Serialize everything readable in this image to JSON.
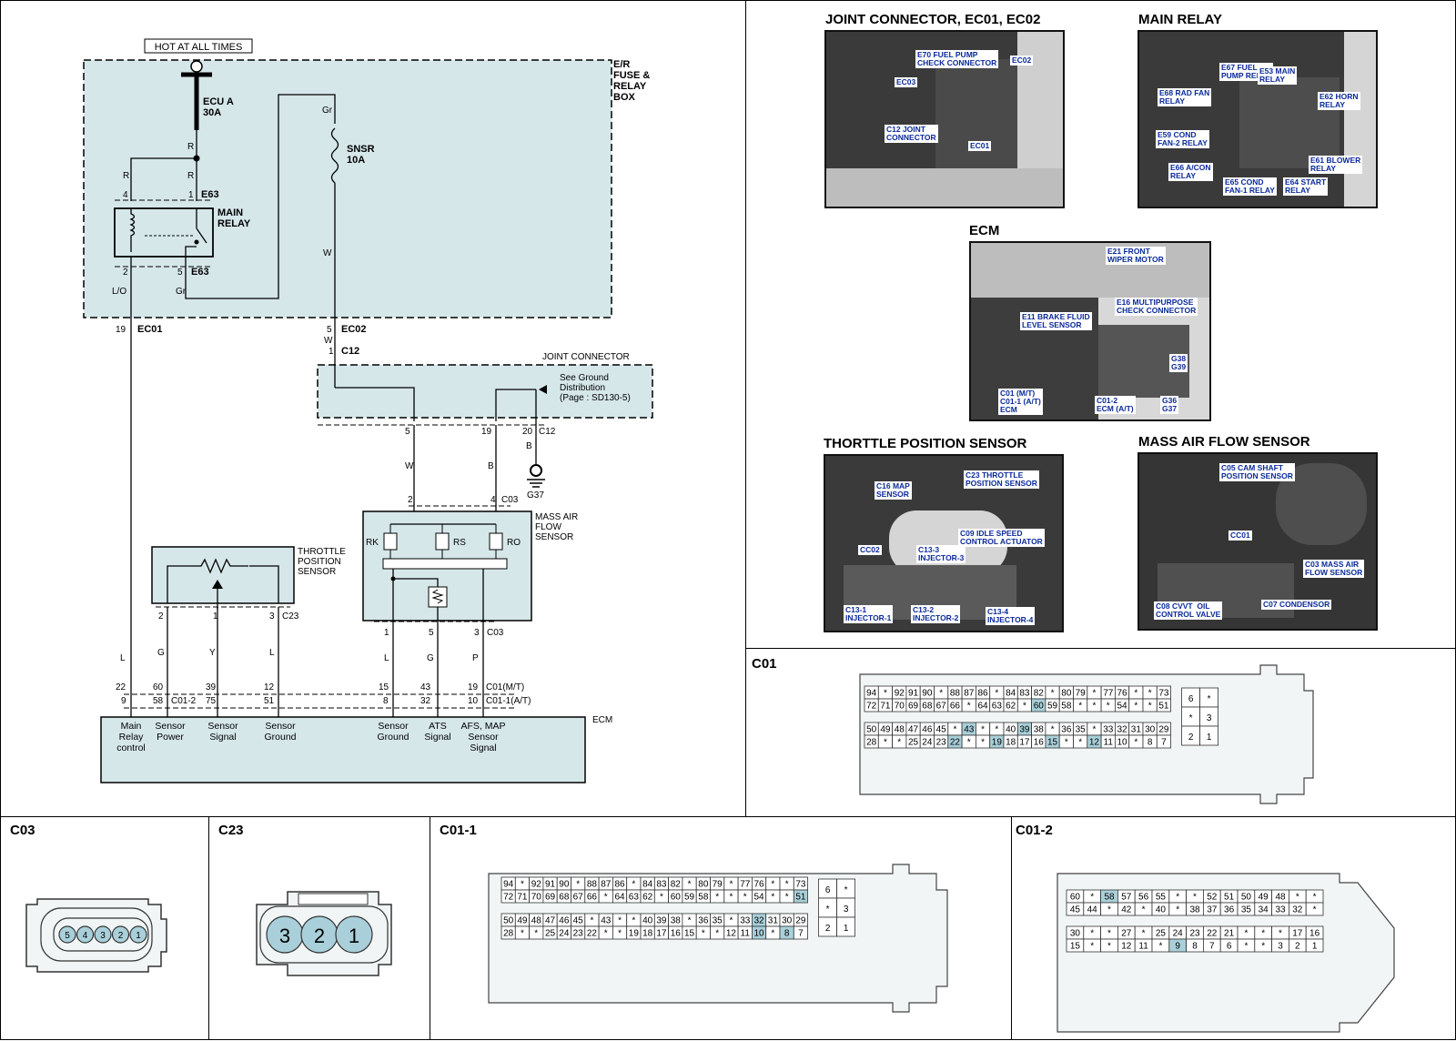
{
  "schematic": {
    "hot_label": "HOT AT ALL TIMES",
    "fuse_box_label": "E/R\nFUSE &\nRELAY\nBOX",
    "fuse_ecu": "ECU A",
    "fuse_ecu_amp": "30A",
    "fuse_snsr": "SNSR",
    "fuse_snsr_amp": "10A",
    "main_relay_label": "MAIN\nRELAY",
    "joint_connector_label": "JOINT CONNECTOR",
    "ground_note": "See Ground\nDistribution\n(Page : SD130-5)",
    "ground_name": "G37",
    "tps_label": "THROTTLE\nPOSITION\nSENSOR",
    "maf_label": "MASS AIR\nFLOW\nSENSOR",
    "ecm_label": "ECM",
    "ecm_pins": [
      "Main\nRelay\ncontrol",
      "Sensor\nPower",
      "Sensor\nSignal",
      "Sensor\nGround",
      "Sensor\nGround",
      "ATS\nSignal",
      "AFS, MAP\nSensor\nSignal"
    ],
    "conn_e63": "E63",
    "conn_ec01": "EC01",
    "conn_ec02": "EC02",
    "conn_c12": "C12",
    "conn_c03": "C03",
    "conn_c23": "C23",
    "conn_c01mt": "C01(M/T)",
    "conn_c01at": "C01-1(A/T)",
    "conn_c012": "C01-2",
    "maf_elements": [
      "RK",
      "RS",
      "RO"
    ],
    "wire_colors": {
      "r": "R",
      "lo": "L/O",
      "gr": "Gr",
      "w": "W",
      "b": "B",
      "l": "L",
      "g": "G",
      "y": "Y",
      "p": "P"
    }
  },
  "photos": {
    "joint": {
      "title": "JOINT CONNECTOR, EC01, EC02",
      "callouts": [
        "E70 FUEL PUMP\nCHECK CONNECTOR",
        "EC02",
        "EC03",
        "C12 JOINT\nCONNECTOR",
        "EC01"
      ]
    },
    "relay": {
      "title": "MAIN RELAY",
      "callouts": [
        "E67 FUEL\nPUMP RELAY",
        "E53 MAIN\nRELAY",
        "E68 RAD FAN\nRELAY",
        "E62 HORN\nRELAY",
        "E59 COND\nFAN-2 RELAY",
        "E61 BLOWER\nRELAY",
        "E66 A/CON\nRELAY",
        "E65 COND\nFAN-1 RELAY",
        "E64 START\nRELAY"
      ]
    },
    "ecm": {
      "title": "ECM",
      "callouts": [
        "E21 FRONT\nWIPER MOTOR",
        "E16 MULTIPURPOSE\nCHECK CONNECTOR",
        "E11 BRAKE FLUID\nLEVEL SENSOR",
        "G38\nG39",
        "C01 (M/T)\nC01-1 (A/T)\nECM",
        "C01-2\nECM (A/T)",
        "G36\nG37"
      ]
    },
    "tps": {
      "title": "THORTTLE POSITION SENSOR",
      "callouts": [
        "C16 MAP\nSENSOR",
        "C23 THROTTLE\nPOSITION SENSOR",
        "C09 IDLE SPEED\nCONTROL ACTUATOR",
        "CC02",
        "C13-3\nINJECTOR-3",
        "C13-1\nINJECTOR-1",
        "C13-2\nINJECTOR-2",
        "C13-4\nINJECTOR-4"
      ]
    },
    "maf": {
      "title": "MASS AIR FLOW SENSOR",
      "callouts": [
        "C05 CAM SHAFT\nPOSITION SENSOR",
        "CC01",
        "C03 MASS AIR\nFLOW SENSOR",
        "C08 CVVT  OIL\nCONTROL VALVE",
        "C07 CONDENSOR"
      ]
    }
  },
  "connectors": {
    "c01": {
      "title": "C01",
      "rows": [
        [
          "94",
          "*",
          "92",
          "91",
          "90",
          "*",
          "88",
          "87",
          "86",
          "*",
          "84",
          "83",
          "82",
          "*",
          "80",
          "79",
          "*",
          "77",
          "76",
          "*",
          "*",
          "73"
        ],
        [
          "72",
          "71",
          "70",
          "69",
          "68",
          "67",
          "66",
          "*",
          "64",
          "63",
          "62",
          "*",
          "60",
          "59",
          "58",
          "*",
          "*",
          "*",
          "54",
          "*",
          "*",
          "51"
        ],
        [
          "50",
          "49",
          "48",
          "47",
          "46",
          "45",
          "*",
          "43",
          "*",
          "*",
          "40",
          "39",
          "38",
          "*",
          "36",
          "35",
          "*",
          "33",
          "32",
          "31",
          "30",
          "29"
        ],
        [
          "28",
          "*",
          "*",
          "25",
          "24",
          "23",
          "22",
          "*",
          "*",
          "19",
          "18",
          "17",
          "16",
          "15",
          "*",
          "*",
          "12",
          "11",
          "10",
          "*",
          "8",
          "7"
        ]
      ],
      "highlight": [
        "60",
        "43",
        "39",
        "22",
        "19",
        "15",
        "12"
      ],
      "side": [
        [
          "6",
          "*"
        ],
        [
          "*",
          "3"
        ],
        [
          "2",
          "1"
        ]
      ]
    },
    "c03": {
      "title": "C03",
      "pins": [
        "5",
        "4",
        "3",
        "2",
        "1"
      ]
    },
    "c23": {
      "title": "C23",
      "pins": [
        "3",
        "2",
        "1"
      ]
    },
    "c011": {
      "title": "C01-1",
      "rows": [
        [
          "94",
          "*",
          "92",
          "91",
          "90",
          "*",
          "88",
          "87",
          "86",
          "*",
          "84",
          "83",
          "82",
          "*",
          "80",
          "79",
          "*",
          "77",
          "76",
          "*",
          "*",
          "73"
        ],
        [
          "72",
          "71",
          "70",
          "69",
          "68",
          "67",
          "66",
          "*",
          "64",
          "63",
          "62",
          "*",
          "60",
          "59",
          "58",
          "*",
          "*",
          "*",
          "54",
          "*",
          "*",
          "51"
        ],
        [
          "50",
          "49",
          "48",
          "47",
          "46",
          "45",
          "*",
          "43",
          "*",
          "*",
          "40",
          "39",
          "38",
          "*",
          "36",
          "35",
          "*",
          "33",
          "32",
          "31",
          "30",
          "29"
        ],
        [
          "28",
          "*",
          "*",
          "25",
          "24",
          "23",
          "22",
          "*",
          "*",
          "19",
          "18",
          "17",
          "16",
          "15",
          "*",
          "*",
          "12",
          "11",
          "10",
          "*",
          "8",
          "7"
        ]
      ],
      "highlight": [
        "51",
        "32",
        "10",
        "8"
      ],
      "side": [
        [
          "6",
          "*"
        ],
        [
          "*",
          "3"
        ],
        [
          "2",
          "1"
        ]
      ]
    },
    "c012": {
      "title": "C01-2",
      "rows": [
        [
          "60",
          "*",
          "58",
          "57",
          "56",
          "55",
          "*",
          "*",
          "52",
          "51",
          "50",
          "49",
          "48",
          "*",
          "*"
        ],
        [
          "45",
          "44",
          "*",
          "42",
          "*",
          "40",
          "*",
          "38",
          "37",
          "36",
          "35",
          "34",
          "33",
          "32",
          "*"
        ],
        [
          "30",
          "*",
          "*",
          "27",
          "*",
          "25",
          "24",
          "23",
          "22",
          "21",
          "*",
          "*",
          "*",
          "17",
          "16"
        ],
        [
          "15",
          "*",
          "*",
          "12",
          "11",
          "*",
          "9",
          "8",
          "7",
          "6",
          "*",
          "*",
          "3",
          "2",
          "1"
        ]
      ],
      "highlight": [
        "58",
        "9"
      ]
    }
  }
}
